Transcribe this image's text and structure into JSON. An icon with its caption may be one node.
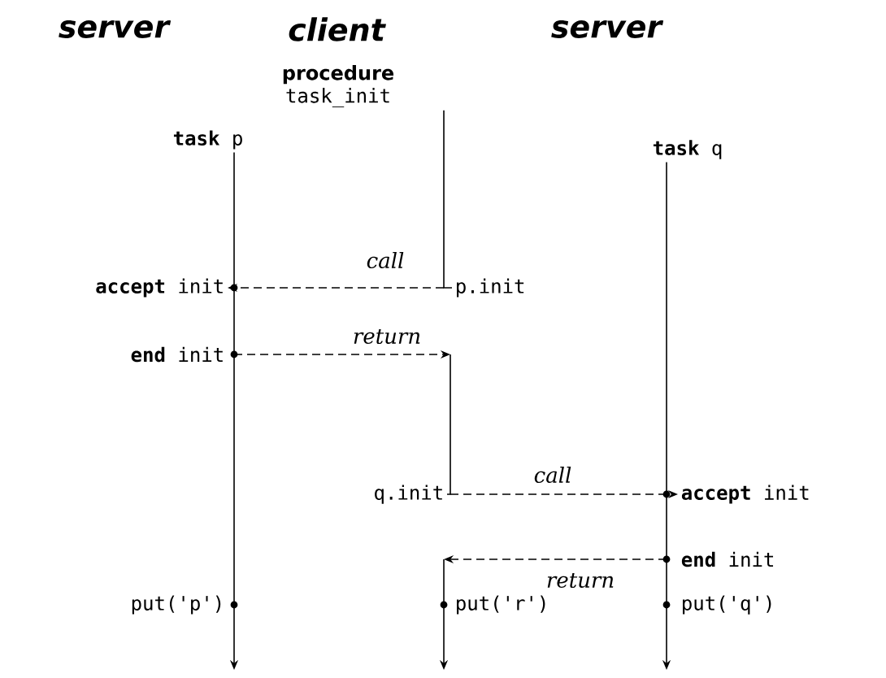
{
  "diagram": {
    "nodes": [
      {
        "text": [
          "**task** p"
        ]
      },
      {
        "text": [
          "procedure",
          "task_init"
        ]
      },
      {
        "text": [
          "**task** q"
        ]
      },
      {
        "text": [
          "**accept** init"
        ]
      },
      {
        "text": [
          "**end** init"
        ]
      },
      {
        "text": [
          "p.init"
        ]
      },
      {
        "text": [
          "q.init"
        ]
      },
      {
        "text": [
          "**accept** init"
        ]
      },
      {
        "text": [
          "**end** init"
        ]
      },
      {
        "text": [
          "put('p')"
        ]
      },
      {
        "text": [
          "put('r')"
        ]
      },
      {
        "text": [
          "put('q')"
        ]
      }
    ],
    "edges": [
      {
        "from": 0,
        "to": 3,
        "arrow": "none"
      },
      {
        "from": 3,
        "to": 4,
        "arrow": "none"
      },
      {
        "from": 4,
        "to": 9,
        "arrow": "none"
      },
      {
        "from": 9,
        "to": null,
        "arrow": "to"
      },
      {
        "from": 2,
        "to": 7,
        "arrow": "none"
      },
      {
        "from": 7,
        "to": 8,
        "arrow": "none"
      },
      {
        "from": 8,
        "to": 11,
        "arrow": "none"
      },
      {
        "from": 11,
        "to": null,
        "arrow": "to"
      },
      {
        "from": 1,
        "to": 5,
        "arrow": "none"
      },
      {
        "from": 5,
        "to": 3,
        "arrow": "to",
        "label": "call",
        "style": "dashed"
      },
      {
        "from": 4,
        "to": null,
        "arrow": "to",
        "label": "return",
        "style": "dashed"
      },
      {
        "from": 6,
        "to": 7,
        "arrow": "to",
        "label": "call",
        "style": "dashed"
      },
      {
        "from": 8,
        "to": null,
        "arrow": "to",
        "label": "return",
        "style": "dashed"
      },
      {
        "from": 10,
        "to": null,
        "arrow": "to"
      },
      {
        "from": null,
        "to": 6,
        "arrow": "none"
      },
      {
        "from": null,
        "to": 10,
        "arrow": "none"
      }
    ],
    "labels": [
      "server",
      "client",
      "server"
    ]
  }
}
